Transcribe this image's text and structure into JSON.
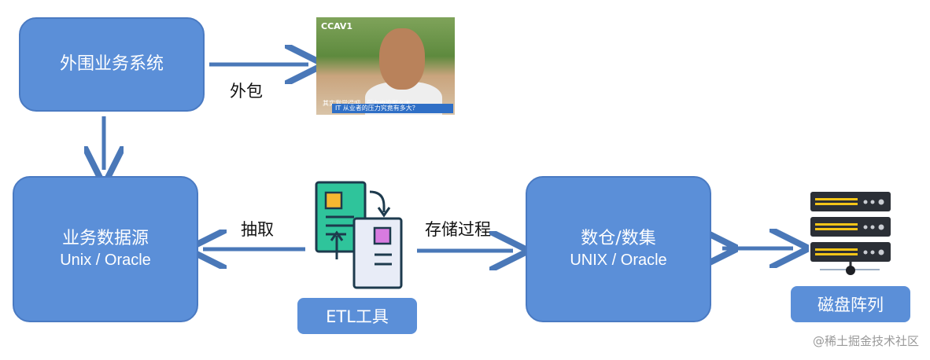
{
  "nodes": {
    "external_system": "外围业务系统",
    "business_source_title": "业务数据源",
    "business_source_sub": "Unix / Oracle",
    "warehouse_title": "数仓/数集",
    "warehouse_sub": "UNIX / Oracle",
    "etl_tool": "ETL工具",
    "disk_array": "磁盘阵列"
  },
  "edges": {
    "outsource": "外包",
    "extract": "抽取",
    "stored_procedure": "存储过程"
  },
  "photo": {
    "channel_logo": "CCAV1",
    "caption": "其实我觉得吧，压力也没那么大",
    "banner": "IT 从业者的压力究竟有多大？"
  },
  "watermark": "@稀土掘金技术社区",
  "colors": {
    "box": "#5b8fd8",
    "arrow": "#4a78b8"
  }
}
